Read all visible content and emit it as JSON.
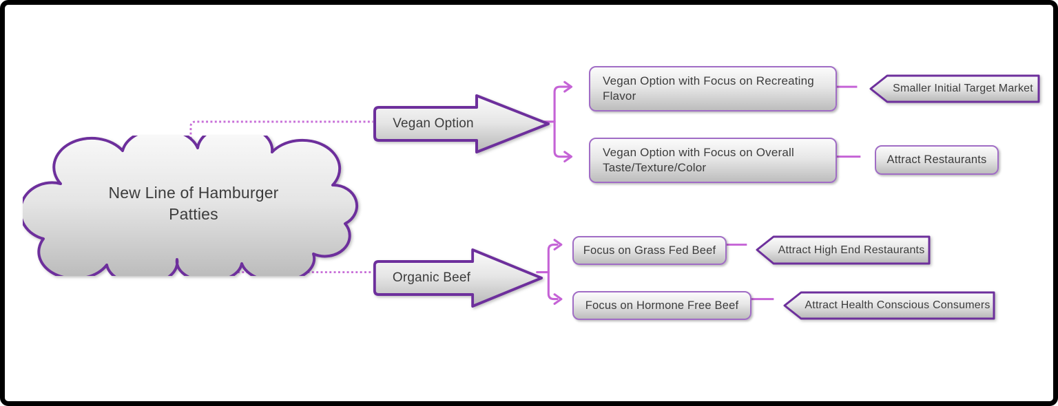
{
  "diagram": {
    "type": "mind-map",
    "colors": {
      "shape_outline_dark": "#6d2f9c",
      "shape_outline_light": "#a06cc5",
      "connector": "#c563d6",
      "text": "#3c3c3c",
      "frame": "#000000",
      "fill_top": "#fbfbfb",
      "fill_bottom": "#bdbdbd"
    },
    "root": {
      "label": "New Line of Hamburger Patties"
    },
    "branches": [
      {
        "label": "Vegan Option",
        "children": [
          {
            "label": "Vegan Option with Focus on Recreating Flavor",
            "outcome": "Smaller Initial Target Market"
          },
          {
            "label": "Vegan Option with Focus on Overall Taste/Texture/Color",
            "outcome": "Attract Restaurants"
          }
        ]
      },
      {
        "label": "Organic Beef",
        "children": [
          {
            "label": "Focus on Grass Fed Beef",
            "outcome": "Attract High End Restaurants"
          },
          {
            "label": "Focus on Hormone Free Beef",
            "outcome": "Attract Health Conscious Consumers"
          }
        ]
      }
    ]
  }
}
